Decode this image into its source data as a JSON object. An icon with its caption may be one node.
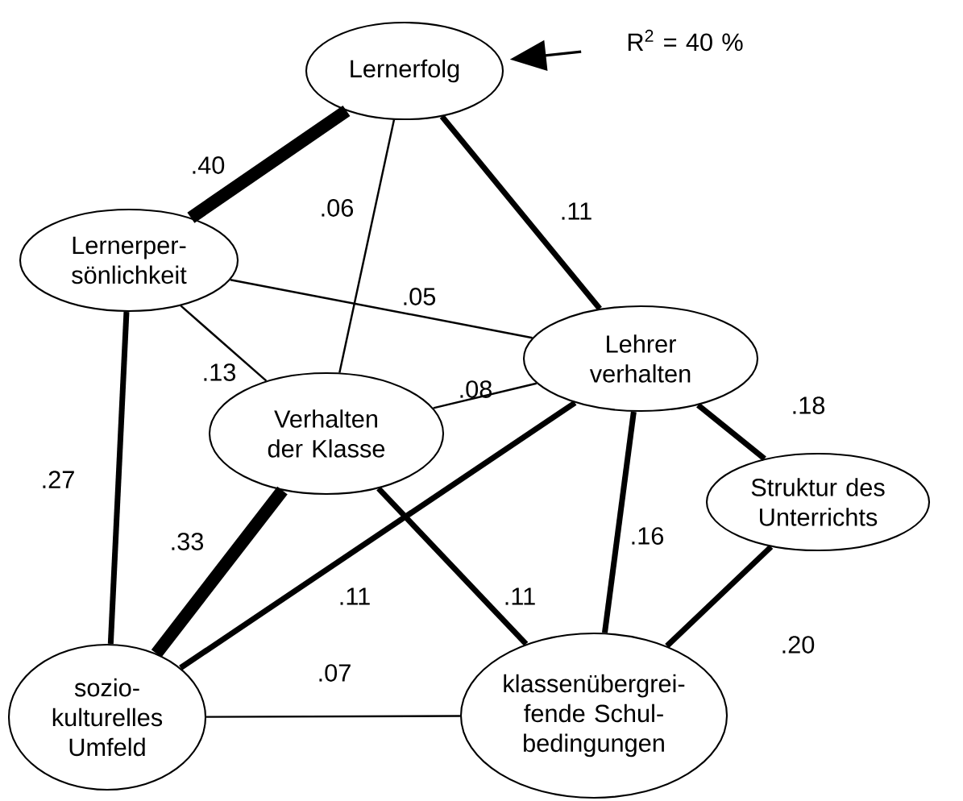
{
  "diagram": {
    "nodes": [
      {
        "text": [
          "Lernerfolg"
        ]
      },
      {
        "text": [
          "Lernerper- sönlichkeit"
        ]
      },
      {
        "text": [
          "Lehrer verhalten"
        ]
      },
      {
        "text": [
          "Verhalten der Klasse"
        ]
      },
      {
        "text": [
          "Struktur des Unterrichts"
        ]
      },
      {
        "text": [
          "sozio- kulturelles Umfeld"
        ]
      },
      {
        "text": [
          "klassenübergrei- fende Schul- bedingungen"
        ]
      },
      {
        "text": [
          "R$^{2}$ = 40 %"
        ]
      }
    ],
    "edges": [
      {
        "from": 0,
        "to": 1,
        "arrow": "none",
        "label": ".40",
        "style": "thick"
      },
      {
        "from": 0,
        "to": 3,
        "arrow": "none",
        "label": ".06"
      },
      {
        "from": 0,
        "to": 2,
        "arrow": "none",
        "label": ".11"
      },
      {
        "from": 1,
        "to": 2,
        "arrow": "none",
        "label": ".05"
      },
      {
        "from": 1,
        "to": 3,
        "arrow": "none",
        "label": ".13"
      },
      {
        "from": 1,
        "to": 5,
        "arrow": "none",
        "label": ".27"
      },
      {
        "from": 3,
        "to": 2,
        "arrow": "none",
        "label": ".08"
      },
      {
        "from": 2,
        "to": 4,
        "arrow": "none",
        "label": ".18"
      },
      {
        "from": 3,
        "to": 5,
        "arrow": "none",
        "label": ".33",
        "style": "thick"
      },
      {
        "from": 2,
        "to": 5,
        "arrow": "none",
        "label": ".11"
      },
      {
        "from": 3,
        "to": 6,
        "arrow": "none",
        "label": ".11"
      },
      {
        "from": 2,
        "to": 6,
        "arrow": "none",
        "label": ".16"
      },
      {
        "from": 4,
        "to": 6,
        "arrow": "none",
        "label": ".20"
      },
      {
        "from": 5,
        "to": 6,
        "arrow": "none",
        "label": ".07"
      },
      {
        "from": 7,
        "to": 0,
        "arrow": "to"
      }
    ]
  }
}
